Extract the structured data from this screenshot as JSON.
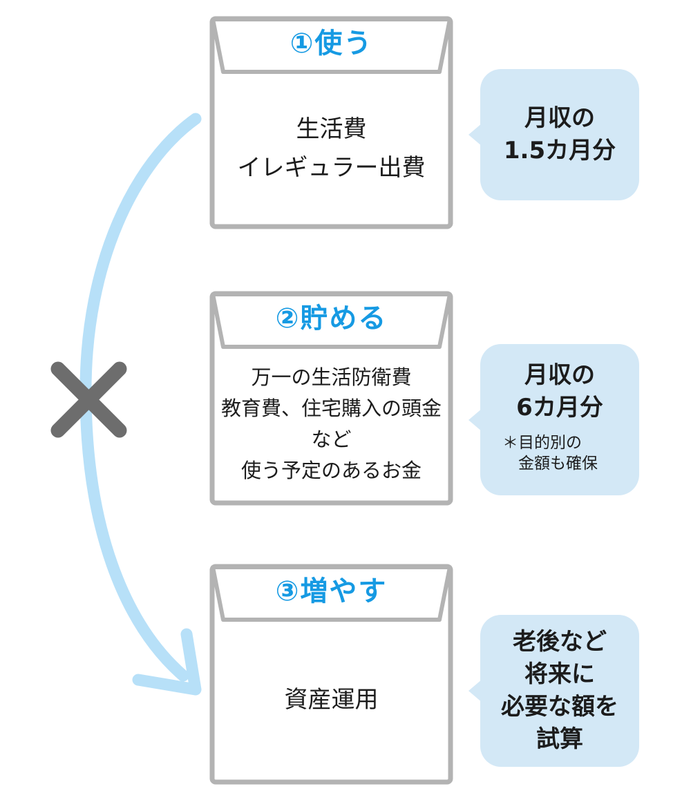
{
  "colors": {
    "accent_blue": "#169ae3",
    "bubble_blue": "#d3e8f6",
    "arrow_blue": "#b7e0f8",
    "border_gray": "#b3b3b3",
    "x_gray": "#6d6d6d",
    "text_black": "#1c1c1c"
  },
  "envelopes": [
    {
      "title": "①使う",
      "lines": [
        "生活費",
        "イレギュラー出費"
      ]
    },
    {
      "title": "②貯める",
      "lines": [
        "万一の生活防衛費",
        "教育費、住宅購入の頭金",
        "など",
        "使う予定のあるお金"
      ]
    },
    {
      "title": "③増やす",
      "lines": [
        "資産運用"
      ]
    }
  ],
  "bubbles": [
    {
      "lines": [
        "月収の",
        "1.5カ月分"
      ]
    },
    {
      "lines": [
        "月収の",
        "6カ月分"
      ],
      "note_lines": [
        "＊目的別の",
        "金額も確保"
      ]
    },
    {
      "lines": [
        "老後など",
        "将来に",
        "必要な額を",
        "試算"
      ]
    }
  ]
}
